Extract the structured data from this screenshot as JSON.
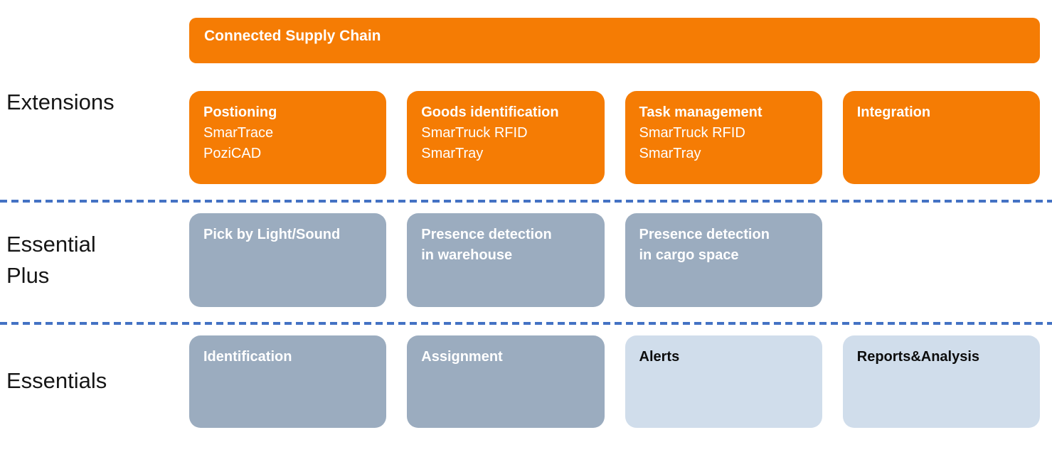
{
  "banner": {
    "title": "Connected Supply Chain"
  },
  "colors": {
    "orange": "#F57C04",
    "gray_blue": "#9BACBF",
    "light_blue": "#D0DDEB",
    "separator_blue": "#4472C4",
    "text_on_dark": "#FFFFFF",
    "text_on_light": "#0D0D0D",
    "label_text": "#161616"
  },
  "tiers": {
    "extensions": {
      "label": "Extensions",
      "boxes": [
        {
          "title": "Postioning",
          "item1": "SmarTrace",
          "item2": "PoziCAD"
        },
        {
          "title": "Goods identification",
          "item1": "SmarTruck RFID",
          "item2": "SmarTray"
        },
        {
          "title": "Task management",
          "item1": "SmarTruck RFID",
          "item2": "SmarTray"
        },
        {
          "title": "Integration"
        }
      ]
    },
    "essential_plus": {
      "label": "Essential\nPlus",
      "boxes": [
        {
          "title": "Pick by Light/Sound"
        },
        {
          "title": "Presence detection\nin warehouse"
        },
        {
          "title": "Presence detection\nin cargo space"
        }
      ]
    },
    "essentials": {
      "label": "Essentials",
      "boxes": [
        {
          "title": "Identification"
        },
        {
          "title": "Assignment"
        },
        {
          "title": "Alerts"
        },
        {
          "title": "Reports&Analysis"
        }
      ]
    }
  }
}
